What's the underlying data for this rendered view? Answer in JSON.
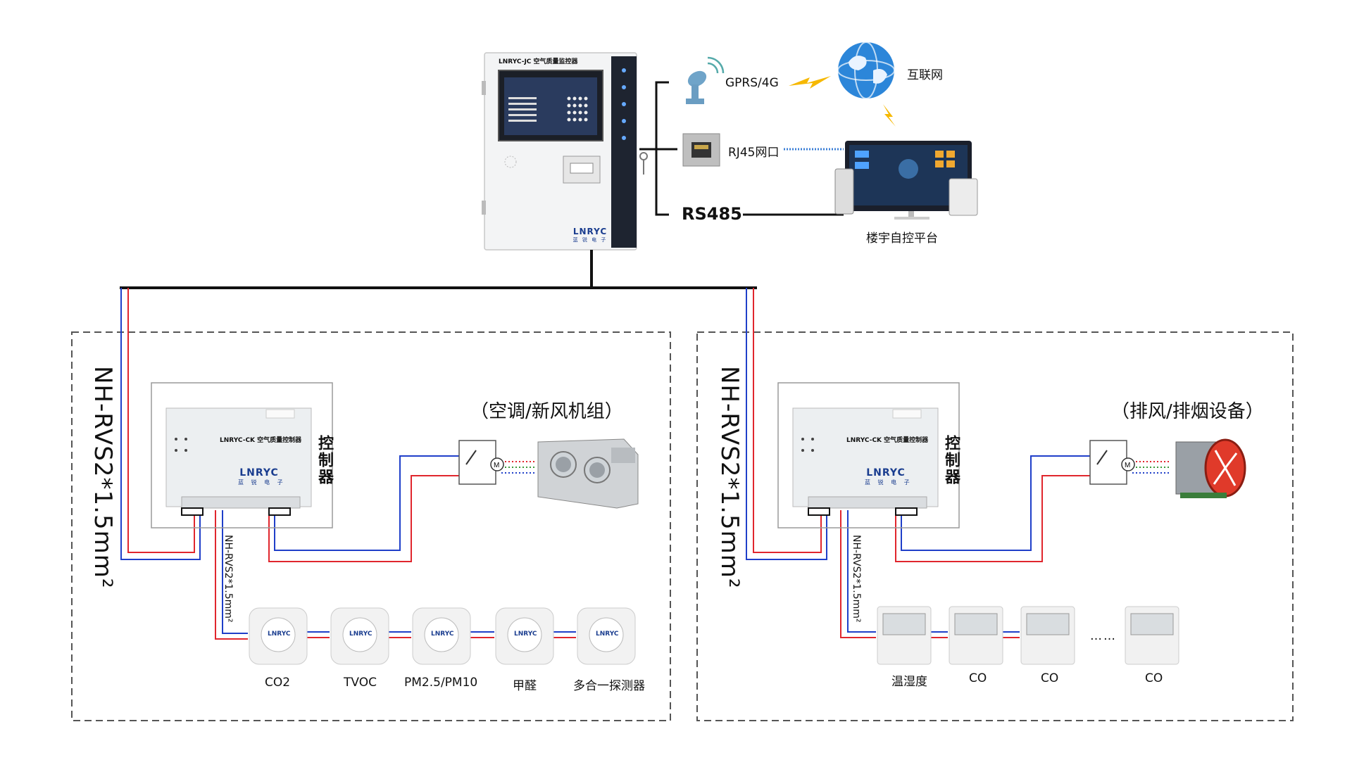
{
  "main_unit": {
    "title": "LNRYC-JC 空气质量监控器",
    "brand": "LNRYC",
    "brand_sub": "蓝 锐 电 子"
  },
  "network": {
    "gprs_label": "GPRS/4G",
    "internet_label": "互联网",
    "rj45_label": "RJ45网口",
    "rs485_label": "RS485",
    "platform_label": "楼宇自控平台"
  },
  "left_zone": {
    "cable_label": "NH-RVS2*1.5mm²",
    "cable_label_small": "NH-RVS2*1.5mm²",
    "controller_title": "LNRYC-CK 空气质量控制器",
    "controller_brand": "LNRYC",
    "controller_brand_sub": "蓝 锐 电 子",
    "controller_side_label": "控制器",
    "equipment_label": "（空调/新风机组）",
    "sensors": [
      "CO2",
      "TVOC",
      "PM2.5/PM10",
      "甲醛",
      "多合一探测器"
    ]
  },
  "right_zone": {
    "cable_label": "NH-RVS2*1.5mm²",
    "cable_label_small": "NH-RVS2*1.5mm²",
    "controller_title": "LNRYC-CK 空气质量控制器",
    "controller_brand": "LNRYC",
    "controller_brand_sub": "蓝 锐 电 子",
    "controller_side_label": "控制器",
    "equipment_label": "（排风/排烟设备）",
    "detectors": [
      "温湿度",
      "CO",
      "CO",
      "CO"
    ],
    "ellipsis": "……"
  },
  "colors": {
    "red_wire": "#e0262d",
    "blue_wire": "#1f3fc9",
    "black_wire": "#111111",
    "zone_border": "#555555"
  }
}
